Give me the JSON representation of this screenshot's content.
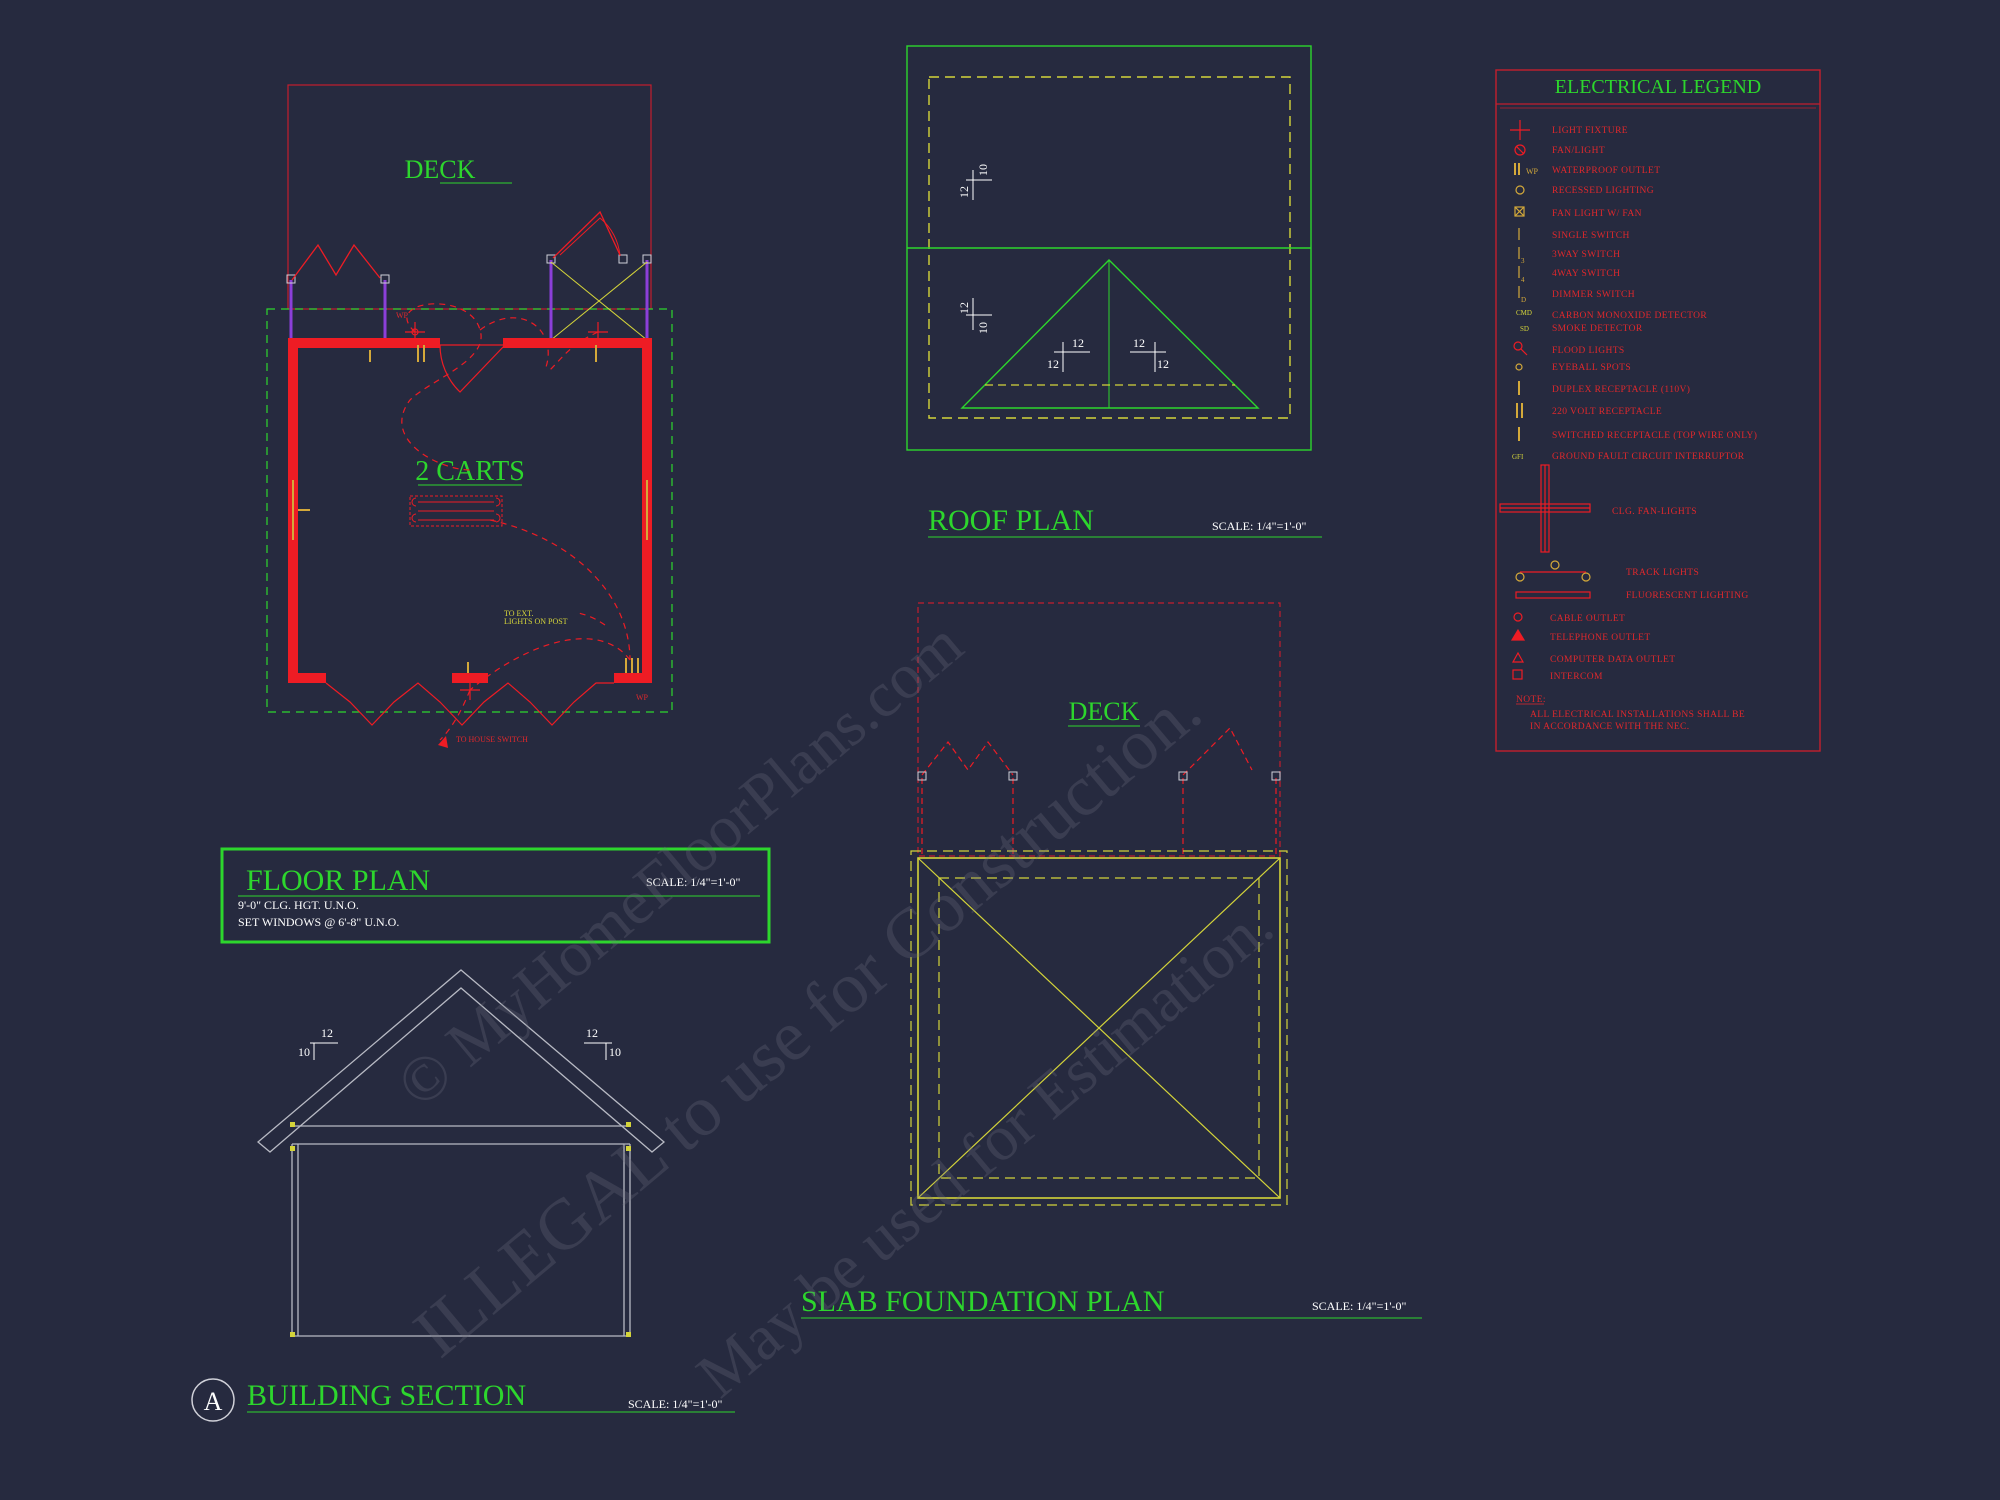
{
  "floor_plan": {
    "deck_label": "DECK",
    "room_label": "2 CARTS",
    "title": "FLOOR PLAN",
    "scale": "SCALE: 1/4\"=1'-0\"",
    "note_1": "9'-0\" CLG. HGT. U.N.O.",
    "note_2": "SET WINDOWS @ 6'-8\" U.N.O.",
    "ext_lights_note_1": "TO EXT.",
    "ext_lights_note_2": "LIGHTS ON POST",
    "house_switch_note": "TO HOUSE SWITCH",
    "wp_tag_top": "WP",
    "wp_tag_bottom": "WP"
  },
  "roof_plan": {
    "title": "ROOF PLAN",
    "scale": "SCALE: 1/4\"=1'-0\"",
    "pitch_rise": "10",
    "pitch_run": "12"
  },
  "slab_plan": {
    "deck_label": "DECK",
    "title": "SLAB FOUNDATION PLAN",
    "scale": "SCALE: 1/4\"=1'-0\""
  },
  "building_section": {
    "marker": "A",
    "title": "BUILDING SECTION",
    "scale": "SCALE: 1/4\"=1'-0\"",
    "pitch_rise": "10",
    "pitch_run": "12"
  },
  "legend": {
    "title": "ELECTRICAL LEGEND",
    "items": [
      {
        "icon": "light-fixture",
        "label": "LIGHT FIXTURE"
      },
      {
        "icon": "fan-light",
        "label": "FAN/LIGHT"
      },
      {
        "icon": "waterproof-outlet",
        "tag": "WP",
        "label": "WATERPROOF OUTLET"
      },
      {
        "icon": "recessed-light",
        "label": "RECESSED LIGHTING"
      },
      {
        "icon": "exhaust-fan",
        "label": "FAN LIGHT W/ FAN"
      },
      {
        "icon": "single-switch",
        "label": "SINGLE SWITCH"
      },
      {
        "icon": "three-way-switch",
        "tag": "3",
        "label": "3WAY SWITCH"
      },
      {
        "icon": "four-way-switch",
        "tag": "4",
        "label": "4WAY SWITCH"
      },
      {
        "icon": "dimmer-switch",
        "tag": "D",
        "label": "DIMMER SWITCH"
      },
      {
        "icon": "co-smoke-detector",
        "tag": "CMD",
        "tag2": "SD",
        "label": "CARBON MONOXIDE DETECTOR",
        "label2": "SMOKE DETECTOR"
      },
      {
        "icon": "flood-light",
        "label": "FLOOD LIGHTS"
      },
      {
        "icon": "eyeball-spot",
        "label": "EYEBALL SPOTS"
      },
      {
        "icon": "duplex-receptacle",
        "label": "DUPLEX RECEPTACLE (110V)"
      },
      {
        "icon": "220v-receptacle",
        "label": "220 VOLT RECEPTACLE"
      },
      {
        "icon": "switched-receptacle",
        "label": "SWITCHED RECEPTACLE (TOP WIRE ONLY)"
      },
      {
        "icon": "gfi",
        "tag": "GFI",
        "label": "GROUND FAULT CIRCUIT INTERRUPTOR"
      },
      {
        "icon": "ceiling-fan",
        "label": "CLG. FAN-LIGHTS"
      },
      {
        "icon": "track-light",
        "label": "TRACK LIGHTS"
      },
      {
        "icon": "fluorescent-light",
        "label": "FLUORESCENT LIGHTING"
      },
      {
        "icon": "cable-outlet",
        "label": "CABLE OUTLET"
      },
      {
        "icon": "telephone-outlet",
        "label": "TELEPHONE OUTLET"
      },
      {
        "icon": "data-outlet",
        "label": "COMPUTER DATA OUTLET"
      },
      {
        "icon": "intercom",
        "label": "INTERCOM"
      }
    ],
    "note_heading": "NOTE:",
    "note_line_1": "ALL ELECTRICAL INSTALLATIONS SHALL BE",
    "note_line_2": "IN ACCORDANCE WITH THE NEC."
  },
  "watermark": {
    "line_1": "© MyHomeFloorPlans.com",
    "line_2": "ILLEGAL to use for Construction.",
    "line_3": "May be used for Estimation."
  },
  "colors": {
    "background": "#262a3f",
    "title_green": "#2dd62d",
    "wall_red": "#ee1c24",
    "legend_red": "#e0282c",
    "dashed_yellow": "#d4d43a",
    "purple": "#8b3fd9",
    "section_white": "#b8bac4"
  }
}
